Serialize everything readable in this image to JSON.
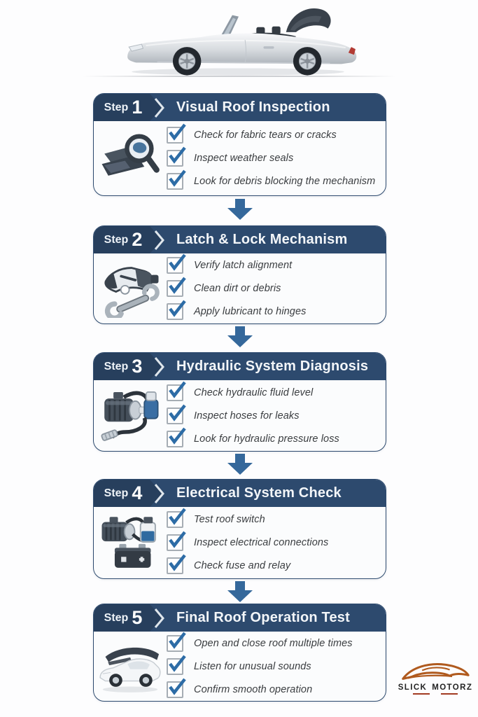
{
  "steps": [
    {
      "label": "Step",
      "number": "1",
      "title": "Visual Roof Inspection",
      "icon": "fabric-magnifier-icon",
      "items": [
        "Check for fabric tears or cracks",
        "Inspect weather seals",
        "Look for debris blocking the mechanism"
      ]
    },
    {
      "label": "Step",
      "number": "2",
      "title": "Latch & Lock Mechanism",
      "icon": "latch-wrench-icon",
      "items": [
        "Verify latch alignment",
        "Clean dirt or debris",
        "Apply lubricant to hinges"
      ]
    },
    {
      "label": "Step",
      "number": "3",
      "title": "Hydraulic System Diagnosis",
      "icon": "hydraulic-pump-icon",
      "items": [
        "Check hydraulic fluid level",
        "Inspect hoses for leaks",
        "Look for hydraulic pressure loss"
      ]
    },
    {
      "label": "Step",
      "number": "4",
      "title": "Electrical System Check",
      "icon": "motor-battery-icon",
      "items": [
        "Test roof switch",
        "Inspect electrical connections",
        "Check fuse and relay"
      ]
    },
    {
      "label": "Step",
      "number": "5",
      "title": "Final Roof Operation Test",
      "icon": "convertible-roof-icon",
      "items": [
        "Open and close roof multiple times",
        "Listen for unusual sounds",
        "Confirm smooth operation"
      ]
    }
  ],
  "logo": {
    "word1": "SLICK",
    "word2": "MOTORZ"
  },
  "colors": {
    "header_navy": "#2d4a6e",
    "step_tag_navy": "#273f5d",
    "arrow_blue": "#35689b",
    "check_blue": "#2d6ca6",
    "logo_orange": "#b05a1e",
    "logo_underline": "#a23a22"
  }
}
